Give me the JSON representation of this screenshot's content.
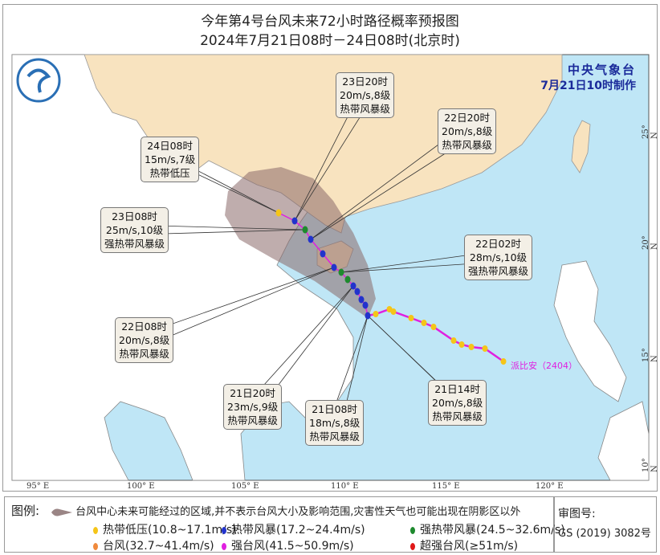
{
  "title": "今年第4号台风未来72小时路径概率预报图",
  "subtitle": "2024年7月21日08时－24日08时(北京时)",
  "agency": {
    "name": "中央气象台",
    "issued": "7月21日10时制作"
  },
  "typhoon_name": "派比安（2404）",
  "longitude_labels": [
    "95° E",
    "100° E",
    "105° E",
    "110° E",
    "115° E",
    "120° E"
  ],
  "latitude_labels": [
    "25° N",
    "20° N",
    "15° N",
    "10° N"
  ],
  "callouts": [
    {
      "time": "23日20时",
      "wind": "20m/s,8级",
      "category": "热带风暴级"
    },
    {
      "time": "22日20时",
      "wind": "20m/s,8级",
      "category": "热带风暴级"
    },
    {
      "time": "24日08时",
      "wind": "15m/s,7级",
      "category": "热带低压"
    },
    {
      "time": "23日08时",
      "wind": "25m/s,10级",
      "category": "强热带风暴级"
    },
    {
      "time": "22日02时",
      "wind": "28m/s,10级",
      "category": "强热带风暴级"
    },
    {
      "time": "22日08时",
      "wind": "20m/s,8级",
      "category": "热带风暴级"
    },
    {
      "time": "21日20时",
      "wind": "23m/s,9级",
      "category": "热带风暴级"
    },
    {
      "time": "21日08时",
      "wind": "18m/s,8级",
      "category": "热带风暴级"
    },
    {
      "time": "21日14时",
      "wind": "20m/s,8级",
      "category": "热带风暴级"
    }
  ],
  "legend": {
    "label": "图例:",
    "cone": "台风中心未来可能经过的区域,并不表示台风大小及影响范围,灾害性天气也可能出现在阴影区以外",
    "items": [
      {
        "label": "热带低压(10.8~17.1m/s)",
        "color": "#f5c518"
      },
      {
        "label": "热带风暴(17.2~24.4m/s)",
        "color": "#2233cc"
      },
      {
        "label": "强热带风暴(24.5~32.6m/s)",
        "color": "#1e8a2e"
      },
      {
        "label": "台风(32.7~41.4m/s)",
        "color": "#f08a3c"
      },
      {
        "label": "强台风(41.5~50.9m/s)",
        "color": "#e020e0"
      },
      {
        "label": "超强台风(≥51m/s)",
        "color": "#e01818"
      }
    ]
  },
  "approval": {
    "label": "审图号:",
    "number": "GS (2019) 3082号"
  },
  "colors": {
    "sea": "#bfe6f6",
    "china": "#f8e3bf",
    "land": "#ffffff",
    "cone": "#8a6a6a",
    "track": "#e020e0"
  }
}
